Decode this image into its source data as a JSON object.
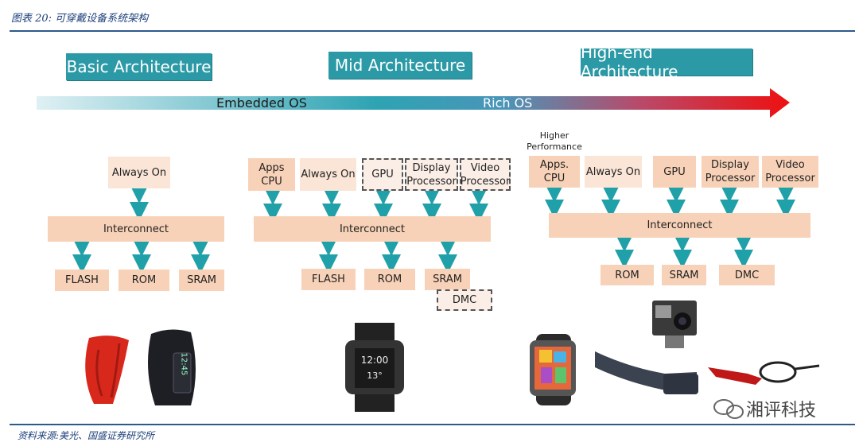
{
  "caption": "图表 20:  可穿戴设备系统架构",
  "source": "资料来源:美光、国盛证券研究所",
  "headers": {
    "basic": "Basic Architecture",
    "mid": "Mid Architecture",
    "high": "High-end Architecture"
  },
  "os_arrow": {
    "left": "Embedded OS",
    "right": "Rich OS"
  },
  "basic": {
    "always_on": "Always On",
    "interconnect": "Interconnect",
    "memory": [
      "FLASH",
      "ROM",
      "SRAM"
    ]
  },
  "mid": {
    "apps_cpu": "Apps CPU",
    "always_on": "Always On",
    "gpu": "GPU",
    "display": "Display Processor",
    "video": "Video Processor",
    "interconnect": "Interconnect",
    "memory": [
      "FLASH",
      "ROM",
      "SRAM"
    ],
    "dmc": "DMC"
  },
  "high": {
    "perf_label": "Higher Performance",
    "apps_cpu": "Apps. CPU",
    "always_on": "Always On",
    "gpu": "GPU",
    "display": "Display Processor",
    "video": "Video Processor",
    "interconnect": "Interconnect",
    "memory": [
      "ROM",
      "SRAM",
      "DMC"
    ]
  },
  "devices": {
    "watch_time": "12:45",
    "pebble_time": "12:00",
    "pebble_temp": "13°"
  },
  "watermark": "湘评科技",
  "colors": {
    "header": "#2c9aa6",
    "box": "#f8d2b8",
    "arrow": "#20a0a8",
    "gradient_end": "#e8141c"
  }
}
